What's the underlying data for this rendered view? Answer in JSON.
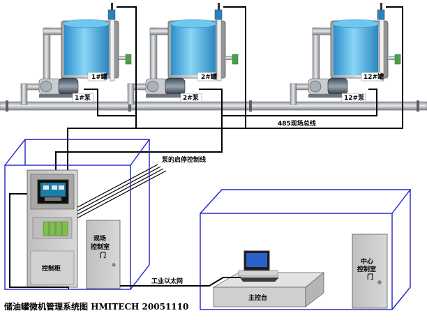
{
  "caption": "储油罐微机管理系统图 HMITECH 20051110",
  "tanks": [
    {
      "label": "1#罐"
    },
    {
      "label": "2#罐"
    },
    {
      "label": "12#罐"
    }
  ],
  "pumps": [
    {
      "label": "1#泵"
    },
    {
      "label": "2#泵"
    },
    {
      "label": "12#泵"
    }
  ],
  "lines": {
    "bus_485": "485现场总线",
    "pump_control": "泵的启停控制线",
    "ethernet": "工业以太网"
  },
  "control_cabinet": {
    "label": "控制柜"
  },
  "field_room_door": {
    "line1": "现场",
    "line2": "控制室",
    "line3": "门"
  },
  "main_console": {
    "label": "主控台"
  },
  "central_room_door": {
    "line1": "中心",
    "line2": "控制室",
    "line3": "门"
  },
  "colors": {
    "pipe": "#b9bdc2",
    "tank_water": "#4fb6e6",
    "room_outline": "#1e22c8",
    "cabinet": "#c9c9c9",
    "signal_line": "#000000"
  }
}
